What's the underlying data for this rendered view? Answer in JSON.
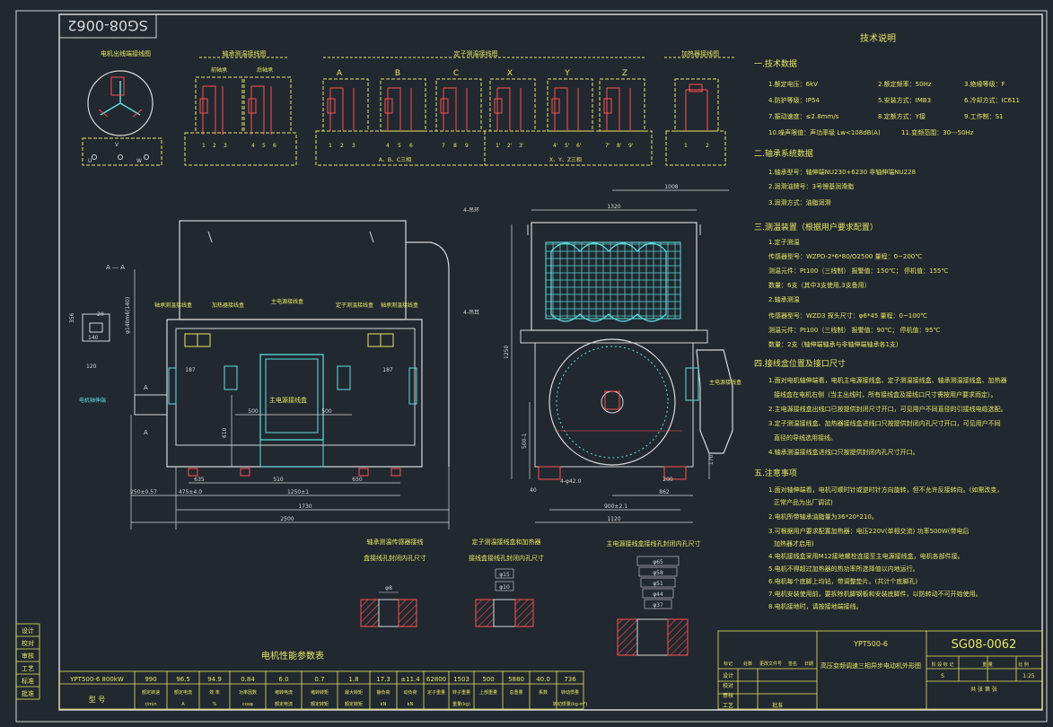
{
  "drawing": {
    "number": "SG08-0062",
    "model": "YPT500-6",
    "title_block_name": "高压变频调速三相异步电动机外形图",
    "scale": "1:25"
  },
  "top_labels": {
    "winding": "电机出线端接线图",
    "bearing_group": "轴承测温接线图",
    "bearing_front": "前轴承",
    "bearing_rear": "后轴承",
    "stator_group": "定子测温接线图",
    "heater": "加热器接线图",
    "phase_a": "A",
    "phase_b": "B",
    "phase_c": "C",
    "phase_x": "X",
    "phase_y": "Y",
    "phase_z": "Z",
    "abc_caption": "A、B、C三相",
    "xyz_caption": "X、Y、Z三相",
    "u": "U",
    "v": "V",
    "w": "W",
    "n123": [
      "1",
      "2",
      "3"
    ],
    "n456": [
      "4",
      "5",
      "6"
    ],
    "n789": [
      "7",
      "8",
      "9"
    ],
    "n1p": [
      "1'",
      "2'",
      "3'"
    ],
    "n4p": [
      "4'",
      "5'",
      "6'"
    ],
    "n7p": [
      "7'",
      "8'",
      "9'"
    ]
  },
  "front_view": {
    "section": "A — A",
    "shaft_extension": "电机轴伸端",
    "main_box": "主电源接线盒",
    "heater_box": "加热器接线盒",
    "stator_box": "定子测温接线盒",
    "bearing_box": "轴承测温接线盒",
    "main_box_label": "主电源接线盒",
    "dims": {
      "d1730": "1730",
      "d2500": "2500",
      "d1250": "1250±1",
      "d475": "475±4.0",
      "d250": "250±0.57",
      "d510": "510",
      "d650": "650",
      "d635": "635",
      "d500a": "500",
      "d500b": "500",
      "d187a": "187",
      "d187b": "187",
      "d610": "610",
      "d20": "20",
      "d140": "140",
      "d120": "120",
      "shaft_dia": "φ140m6(140)",
      "d356": "356",
      "a_left": "A",
      "a_right": "A"
    }
  },
  "side_view": {
    "d1320": "1320",
    "d1008": "1008",
    "d1250": "1250",
    "d500": "500-1",
    "d900": "900±2.1",
    "d1120": "1120",
    "d862": "862",
    "d200": "200",
    "d170": "170",
    "d40": "40",
    "holes": "4-φ42.0",
    "lift": "4-吊环",
    "lift2": "4-吊耳",
    "main_box": "主电源接线盒"
  },
  "hole_details": {
    "bearing": "轴承测温传感器接线盒接线孔封闭内孔尺寸",
    "bearing_line2": "盒接线孔封闭内孔尺寸",
    "bearing_line1": "轴承测温传感器接线",
    "stator_line1": "定子测温接线盒和加热器",
    "stator_line2": "接线盒接线孔封闭内孔尺寸",
    "main": "主电源接线盒接线孔封闭内孔尺寸",
    "phi8": "φ8",
    "phi15": "φ15",
    "phi10": "φ10",
    "phi65": "φ65",
    "phi58": "φ58",
    "phi51": "φ51",
    "phi44": "φ44",
    "phi37": "φ37"
  },
  "tech_notes": {
    "heading": "技术说明",
    "s1": "一.技术数据",
    "l1": "1.额定电压：6kV",
    "l1b": "2.额定频率：50Hz",
    "l1c": "3.绝缘等级：F",
    "l2": "4.防护等级：IP54",
    "l2b": "5.安装方式：IMB3",
    "l2c": "6.冷却方式：IC611",
    "l3": "7.振动速度：≤2.8mm/s",
    "l3b": "8.定额方式：Y接",
    "l3c": "9.工作制：S1",
    "l4": "10.噪声限值：声功率级 Lw<108dB(A)",
    "l4b": "11.变频范围：30---50Hz",
    "s2": "二.轴承系统数据",
    "b1": "1.轴承型号：轴伸端NU230+6230  非轴伸端NU228",
    "b2": "2.润滑油牌号：3号锂基润滑脂",
    "b3": "3.润滑方式：油脂润滑",
    "s3": "三.测温装置（根据用户要求配置）",
    "t1": "1.定子测温",
    "t1a": "传感器型号：WZPD-2*6*80/O2500    量程：0~200℃",
    "t1b": "测温元件：Pt100（三线制）    报警值：150℃；    停机值：155℃",
    "t1c": "数量：6支（其中3支使用,3支备用）",
    "t2": "2.轴承测温",
    "t2a": "传感器型号：WZD3    探头尺寸：φ6*45    量程：0~100℃",
    "t2b": "测温元件：Pt100（三线制）    报警值：90℃；    停机值：95℃",
    "t2c": "数量：2支（轴伸端轴承与非轴伸端轴承各1支）",
    "s4": "四.接线盒位置及接口尺寸",
    "p1": "1.面对电机轴伸端看，电机主电源接线盒、定子测温接线盒、轴承测温接线盒、加热器",
    "p1b": "接线盒在电机右侧（当主出线时，所有接线盒及接线口尺寸需按用户要求而定）。",
    "p2": "2.主电源接线盒出线口已按提供封闭尺寸开口，可见用户不同直径的引接线电缆选配。",
    "p3": "3.定子测温接线盒、加热器接线盒进线口只按提供封闭内孔尺寸开口，可见用户不同",
    "p3b": "直径的导线选用接线。",
    "p4": "4.轴承测温接线盒进线口只按提供封闭内孔尺寸开口。",
    "s5": "五.注意事项",
    "n1": "1.面对轴伸端看，电机可顺时针或逆时针方向旋转，但不允许反接转向。(如需改变，",
    "n1b": "正常产品为出厂调试)",
    "n2": "2.电机所带轴承油脂量为36*20*210。",
    "n3": "3.可根据用户要求配置加热器：电压220V(单相交流) 功率500W(带电后",
    "n3b": "加热器才启用)",
    "n4": "4.电机接线盒采用M12接地螺栓连接至主电源接线盒，电机各部件接。",
    "n5": "5.电机不得超过加热器的热功率所选择值以内地运行。",
    "n6": "6.电机每个底脚上均钻，带调整垫片。(共计个底脚孔)",
    "n7": "7.电机安装使用前，要拆除机脚钢板和安装底脚件，以防转动不可开始使用。",
    "n8": "8.电机接地时，请按接地端接线。"
  },
  "perf_table": {
    "title": "电机性能参数表",
    "model_value": "YPT500-6  800kW",
    "values": [
      "990",
      "96.5",
      "94.9",
      "0.84",
      "6.0",
      "0.7",
      "1.8",
      "17.3",
      "±11.4",
      "62800",
      "1503",
      "500",
      "5880",
      "40.0",
      "736"
    ],
    "headers1": [
      "额定转速",
      "额定电流",
      "效 率",
      "功率因数",
      "堵转电流",
      "堵转转矩",
      "最大转矩",
      "静负荷",
      "动负荷",
      "定子重量",
      "转子重量",
      "上部重量",
      "总重量",
      "系数",
      "转动惯量"
    ],
    "headers2": [
      "r/min",
      "A",
      "%",
      "cosφ",
      "额定电流",
      "额定转矩",
      "额定转矩",
      "kN",
      "kN",
      "",
      "重量(kg)",
      "",
      "",
      "",
      "转动惯量(kg·m²)"
    ],
    "row_label": "型  号"
  },
  "left_block": {
    "rows": [
      "设计",
      "校对",
      "审核",
      "工艺",
      "标准",
      "批准"
    ]
  },
  "title_block": {
    "cells": [
      "标记",
      "处数",
      "更改文件号",
      "签名",
      "日期"
    ],
    "roles": [
      "设计",
      "校对",
      "审核",
      "工艺",
      "批准"
    ],
    "stage": "阶 段 标 记",
    "weight": "重 量",
    "ratio": "比 例",
    "sheet": "共    张    第    张",
    "mark": "S"
  }
}
